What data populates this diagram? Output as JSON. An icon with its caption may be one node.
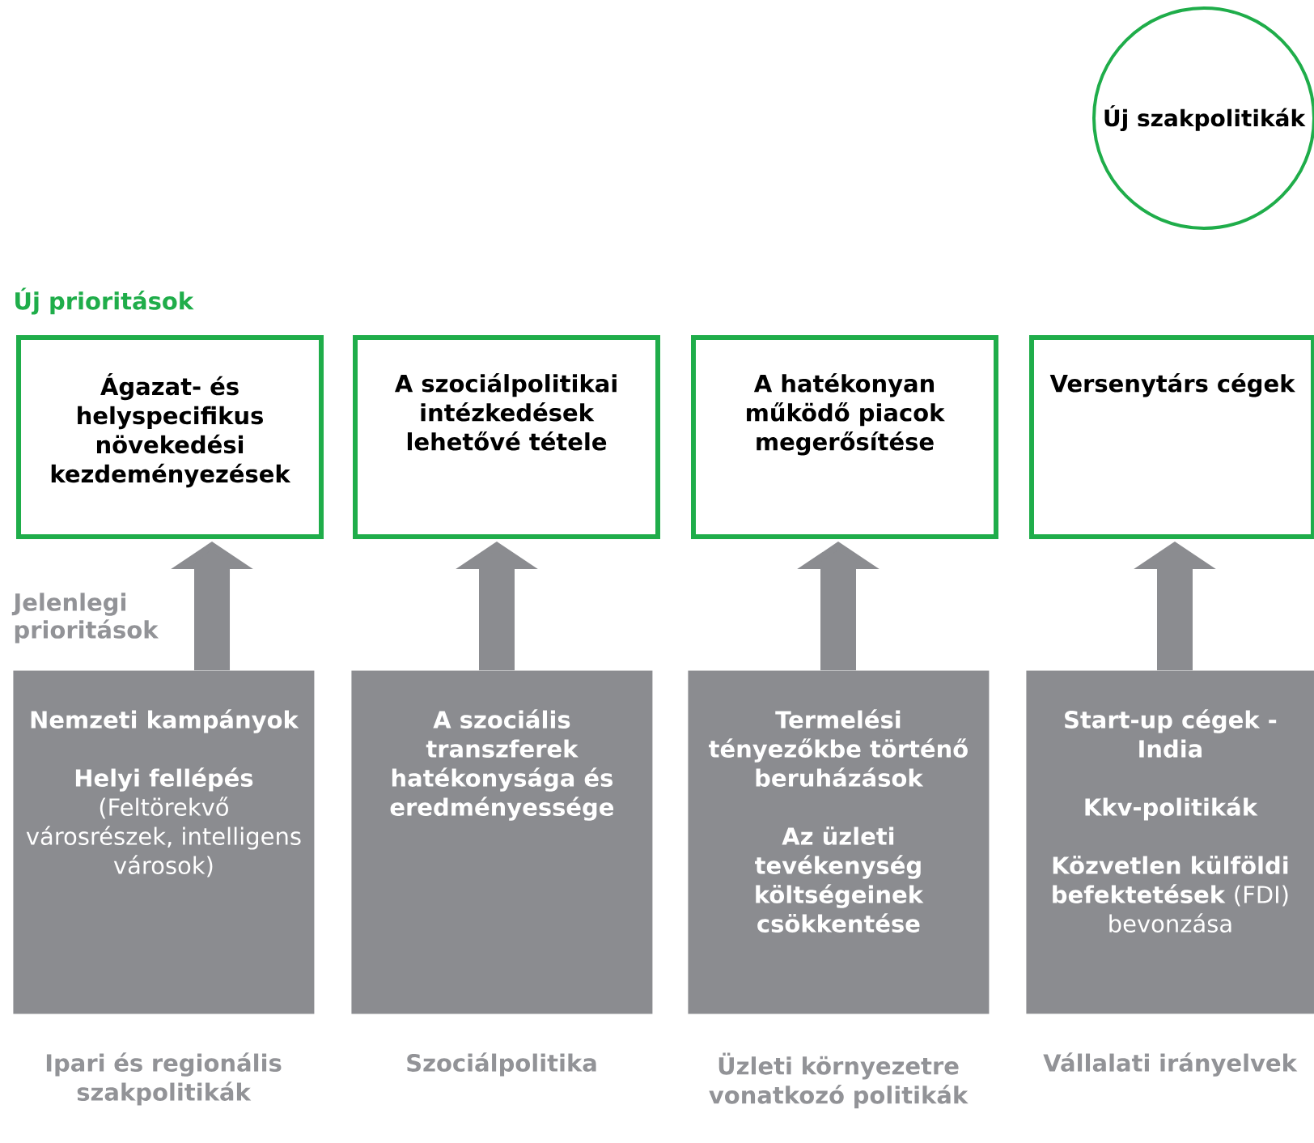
{
  "diagram": {
    "nodes": [
      {
        "text": [
          "Új szakpolitikák"
        ]
      },
      {
        "text": [
          "Ágazat- és helyspecifikus növekedési kezdeményezések"
        ]
      },
      {
        "text": [
          "A szociálpolitikai intézkedések lehetővé tétele"
        ]
      },
      {
        "text": [
          "A hatékonyan működő piacok megerősítése"
        ]
      },
      {
        "text": [
          "Versenytárs cégek"
        ]
      },
      {
        "text": [
          "Nemzeti kampányok",
          "**Helyi fellépés** (Feltörekvő városrészek, intelligens városok)"
        ],
        "beside": [
          "Ipari és regionális szakpolitikák"
        ]
      },
      {
        "text": [
          "A szociális transzferek hatékonysága és eredményessége"
        ],
        "beside": [
          "Szociálpolitika"
        ]
      },
      {
        "text": [
          "Termelési tényezőkbe történő beruházások",
          "Az üzleti tevékenység költségeinek csökkentése"
        ],
        "beside": [
          "Üzleti környezetre vonatkozó politikák"
        ]
      },
      {
        "text": [
          "Start-up cégek - India",
          "Kkv-politikák",
          "**Közvetlen külföldi befektetések** (FDI) bevonzása"
        ],
        "beside": [
          "Vállalati irányelvek"
        ]
      }
    ],
    "edges": [
      {
        "from": 5,
        "to": 1,
        "arrow": "to"
      },
      {
        "from": 6,
        "to": 2,
        "arrow": "to"
      },
      {
        "from": 7,
        "to": 3,
        "arrow": "to"
      },
      {
        "from": 8,
        "to": 4,
        "arrow": "to"
      }
    ],
    "labels": [
      "Új prioritások",
      "Jelenlegi prioritások"
    ]
  }
}
